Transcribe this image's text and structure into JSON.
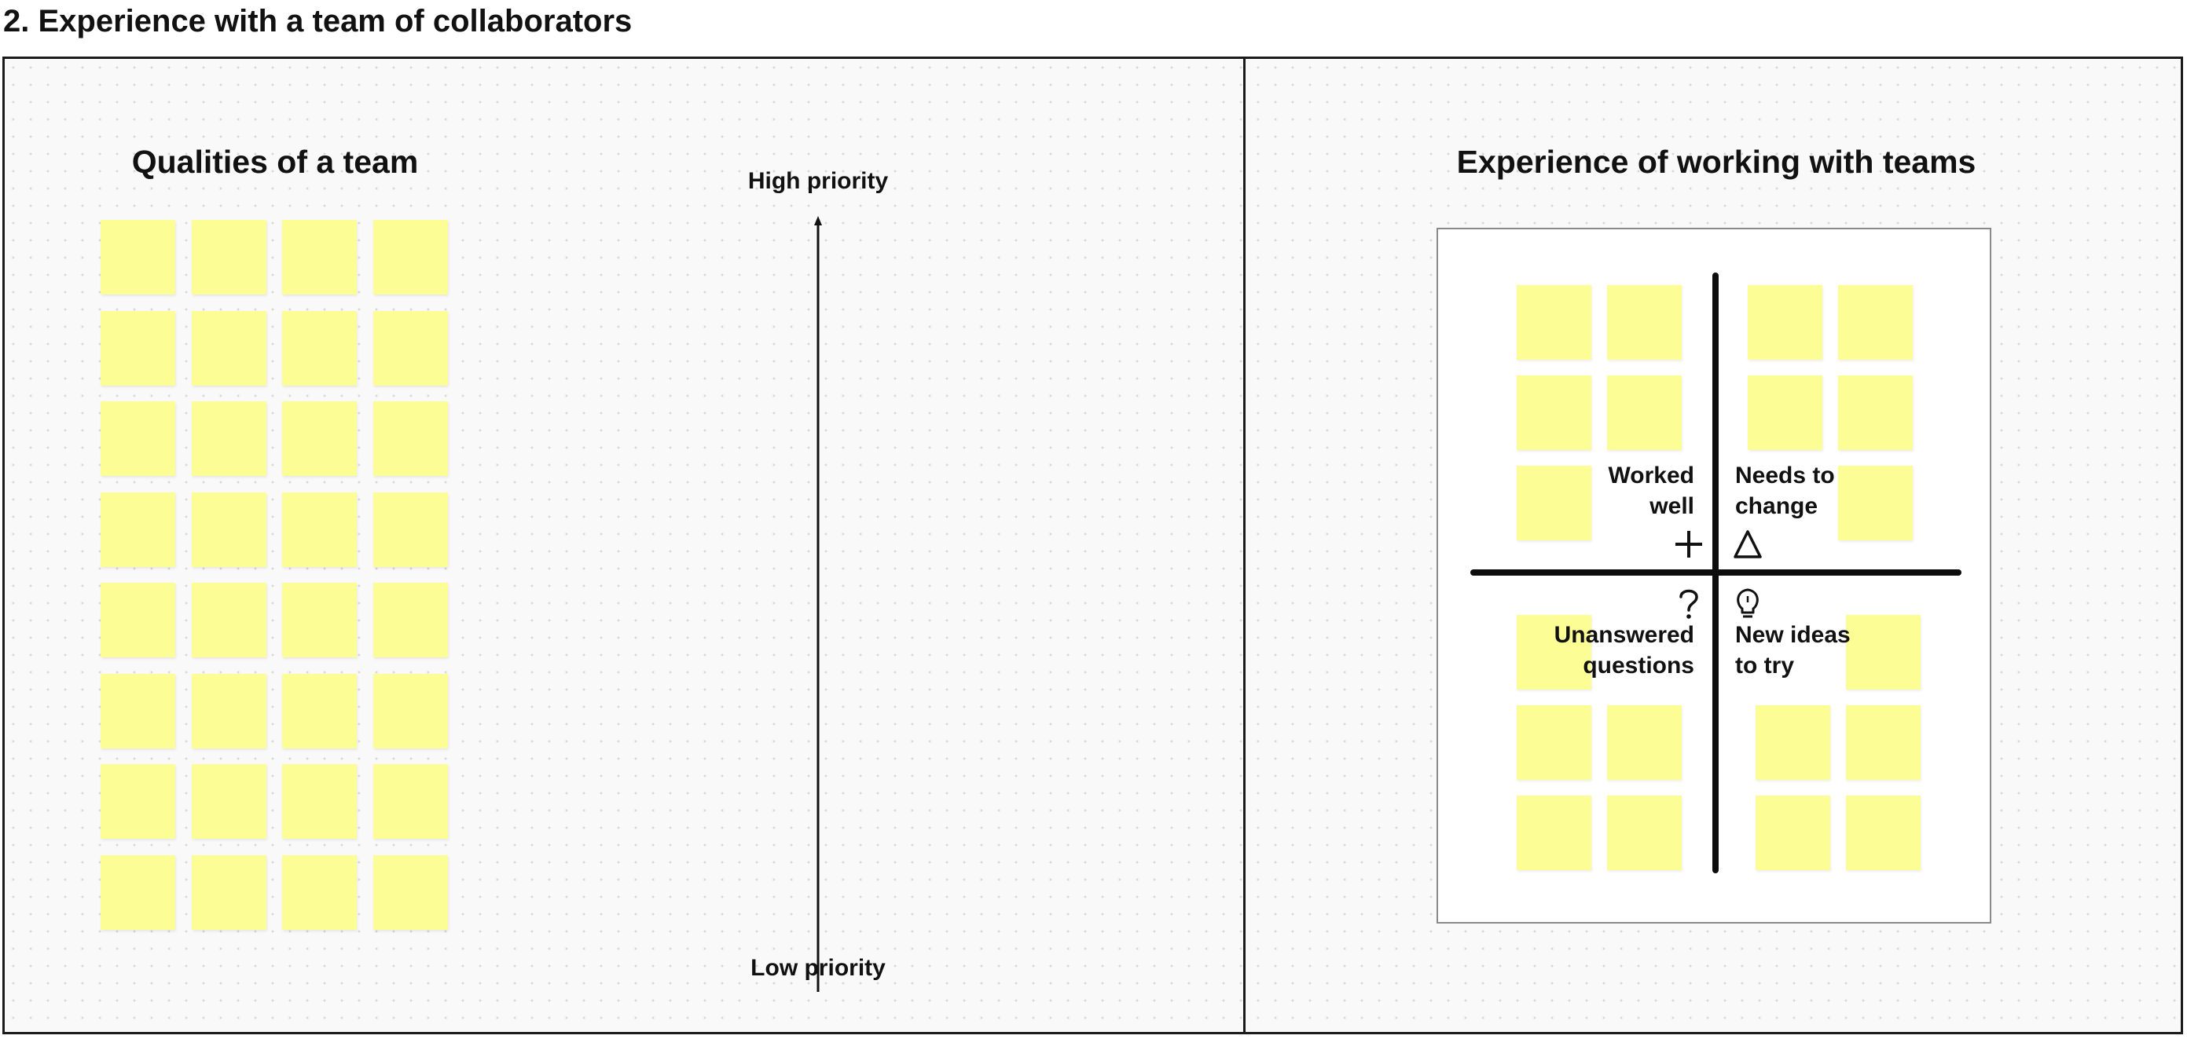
{
  "page": {
    "heading": "2. Experience with a team of collaborators"
  },
  "left_panel": {
    "title": "Qualities of a team",
    "sticky_rows": 8,
    "sticky_cols": 4,
    "priority_axis": {
      "top_label": "High priority",
      "bottom_label": "Low priority"
    }
  },
  "right_panel": {
    "title": "Experience of working with teams",
    "quadrants": {
      "top_left": {
        "line1": "Worked",
        "line2": "well",
        "icon": "plus-icon"
      },
      "top_right": {
        "line1": "Needs to",
        "line2": "change",
        "icon": "triangle-delta-icon"
      },
      "bottom_left": {
        "line1": "Unanswered",
        "line2": "questions",
        "icon": "question-mark-icon"
      },
      "bottom_right": {
        "line1": "New ideas",
        "line2": "to try",
        "icon": "lightbulb-icon"
      }
    }
  },
  "colors": {
    "sticky": "#fdfd96",
    "board_background": "#f9f9f9",
    "ink": "#111111"
  }
}
